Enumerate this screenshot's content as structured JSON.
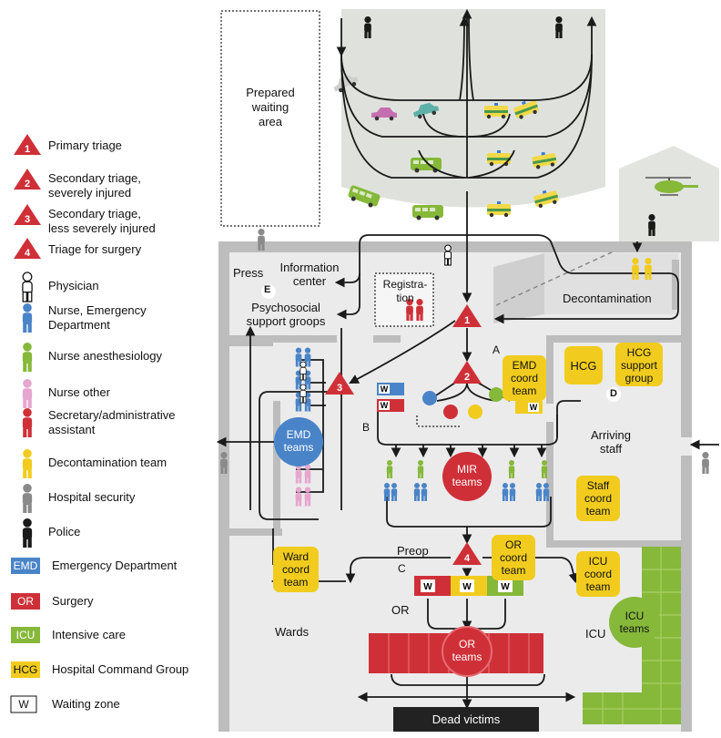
{
  "legend": {
    "triage": [
      {
        "num": "1",
        "lines": [
          "Primary triage"
        ]
      },
      {
        "num": "2",
        "lines": [
          "Secondary triage,",
          "severely injured"
        ]
      },
      {
        "num": "3",
        "lines": [
          "Secondary triage,",
          "less severely injured"
        ]
      },
      {
        "num": "4",
        "lines": [
          "Triage for surgery"
        ]
      }
    ],
    "people": [
      {
        "label": [
          "Physician"
        ],
        "color": "#ffffff",
        "icon": "person-outline-icon"
      },
      {
        "label": [
          "Nurse, Emergency",
          "Department"
        ],
        "color": "#4a84c8",
        "icon": "person-icon"
      },
      {
        "label": [
          "Nurse anesthesiology"
        ],
        "color": "#86b83a",
        "icon": "person-icon"
      },
      {
        "label": [
          "Nurse other"
        ],
        "color": "#e6a6cf",
        "icon": "person-icon"
      },
      {
        "label": [
          "Secretary/administrative",
          "assistant"
        ],
        "color": "#cf3038",
        "icon": "person-icon"
      },
      {
        "label": [
          "Decontamination team"
        ],
        "color": "#f1cc1e",
        "icon": "person-icon"
      },
      {
        "label": [
          "Hospital security"
        ],
        "color": "#8a8a8a",
        "icon": "person-icon"
      },
      {
        "label": [
          "Police"
        ],
        "color": "#1a1a1a",
        "icon": "person-icon"
      }
    ],
    "units": [
      {
        "abbr": "EMD",
        "label": "Emergency Department",
        "color": "#4a84c8",
        "text_color": "#ffffff"
      },
      {
        "abbr": "OR",
        "label": "Surgery",
        "color": "#cf3038",
        "text_color": "#ffffff"
      },
      {
        "abbr": "ICU",
        "label": "Intensive care",
        "color": "#86b83a",
        "text_color": "#ffffff"
      },
      {
        "abbr": "HCG",
        "label": "Hospital Command Group",
        "color": "#f1cc1e",
        "text_color": "#111111"
      },
      {
        "abbr": "W",
        "label": "Waiting zone",
        "color": "#ffffff",
        "text_color": "#111111"
      }
    ]
  },
  "diagram": {
    "prepared_waiting": [
      "Prepared",
      "waiting",
      "area"
    ],
    "press": "Press",
    "information_center": [
      "Information",
      "center"
    ],
    "zone_e": "E",
    "psychosocial": [
      "Psychosocial",
      "support groops"
    ],
    "registration": [
      "Registra-",
      "tion"
    ],
    "decontamination": "Decontamination",
    "zone_a": "A",
    "emd_coord": [
      "EMD",
      "coord",
      "team"
    ],
    "hcg": "HCG",
    "hcg_support": [
      "HCG",
      "support",
      "group"
    ],
    "zone_d": "D",
    "zone_b": "B",
    "emd_teams": [
      "EMD",
      "teams"
    ],
    "mir_teams": [
      "MIR",
      "teams"
    ],
    "arriving_staff": [
      "Arriving",
      "staff"
    ],
    "staff_coord": [
      "Staff",
      "coord",
      "team"
    ],
    "ward_coord": [
      "Ward",
      "coord",
      "team"
    ],
    "preop": "Preop",
    "zone_c": "C",
    "or_coord": [
      "OR",
      "coord",
      "team"
    ],
    "icu_coord": [
      "ICU",
      "coord",
      "team"
    ],
    "or_label": "OR",
    "or_teams": [
      "OR",
      "teams"
    ],
    "wards": "Wards",
    "icu_label": "ICU",
    "icu_teams": [
      "ICU",
      "teams"
    ],
    "dead_victims": "Dead victims",
    "waiting_letter": "W",
    "triage_1": "1",
    "triage_2": "2",
    "triage_3": "3",
    "triage_4": "4"
  },
  "colors": {
    "triage": "#cf3038",
    "emd": "#4a84c8",
    "or": "#cf3038",
    "icu": "#86b83a",
    "hcg": "#f1cc1e",
    "floor": "#e9e9e9",
    "wall": "#bdbdbd",
    "road": "#d8dcd6",
    "flow": "#1a1a1a"
  }
}
